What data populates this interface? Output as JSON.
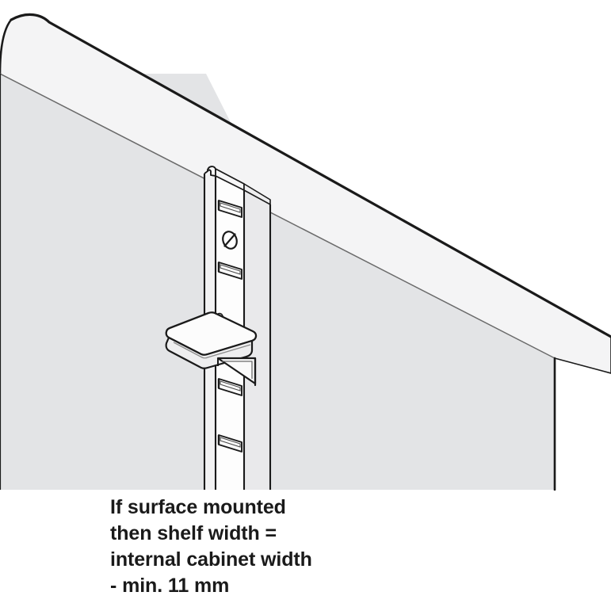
{
  "illustration": {
    "title": "Surface mounted shelf standard with shelf support bracket",
    "type": "technical-line-drawing",
    "view": "isometric",
    "colors": {
      "background": "#ffffff",
      "panel_face": "#e3e4e6",
      "panel_top_edge": "#f4f4f5",
      "standard_face_light": "#fdfdfd",
      "standard_face_mid": "#f2f2f3",
      "standard_face_shadow": "#e8e8ea",
      "bracket_top": "#fcfcfc",
      "bracket_edge": "#ededee",
      "outline_heavy": "#1a1a1a",
      "outline_light": "#3a3a3a",
      "text": "#1a1a1a"
    },
    "parts": [
      {
        "name": "cabinet-side-panel",
        "label": "Cabinet side panel",
        "description": "Vertical board shown in isometric view with visible top edge band and rounded front top corner"
      },
      {
        "name": "shelf-standard",
        "label": "Shelf standard / pilaster strip",
        "description": "Surface mounted slotted vertical metal track with folded top cap",
        "slot_count": 4,
        "screw_count": 1
      },
      {
        "name": "shelf-support-bracket",
        "label": "Shelf support bracket",
        "description": "Flat shelf support clip with rounded corners hooked into the standard"
      },
      {
        "name": "mounting-screw",
        "label": "Slotted mounting screw",
        "description": "Screw head with single slot fixing the standard to the panel"
      }
    ]
  },
  "caption": {
    "lines": [
      "If surface mounted",
      "then shelf width =",
      "internal cabinet width",
      "- min. 11 mm"
    ],
    "full_text": "If surface mounted then shelf width = internal cabinet width - min. 11 mm",
    "dimension_value": "11",
    "dimension_unit": "mm",
    "dimension_qualifier": "min."
  }
}
